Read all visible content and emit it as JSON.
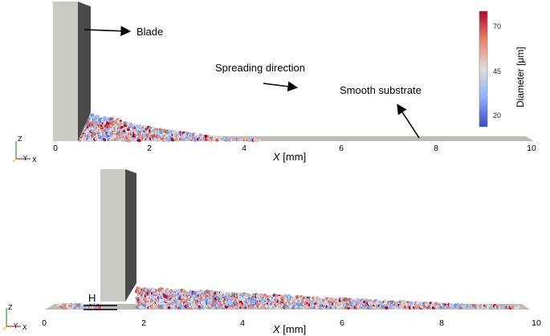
{
  "top_panel": {
    "annotations": {
      "blade": "Blade",
      "spreading": "Spreading direction",
      "substrate": "Smooth substrate"
    },
    "x_ticks": [
      "0",
      "2",
      "4",
      "6",
      "8",
      "10"
    ],
    "x_axis": {
      "symbol": "X",
      "unit": "[mm]"
    },
    "colorbar": {
      "title": "Diameter [μm]",
      "ticks": [
        "70",
        "45",
        "20"
      ],
      "colors": [
        "#b40426",
        "#dddddd",
        "#3b4cc0"
      ]
    },
    "triad": {
      "z": "Z",
      "y": "Y",
      "x": "X"
    }
  },
  "bottom_panel": {
    "gap_label": "H",
    "x_ticks": [
      "0",
      "2",
      "4",
      "6",
      "8",
      "10"
    ],
    "x_axis": {
      "symbol": "X",
      "unit": "[mm]"
    },
    "triad": {
      "z": "Z",
      "y": "Y",
      "x": "X"
    }
  },
  "colors": {
    "blade_front": "#cbc9c3",
    "blade_side": "#4a4a4a",
    "substrate": "#bdbdb5"
  }
}
